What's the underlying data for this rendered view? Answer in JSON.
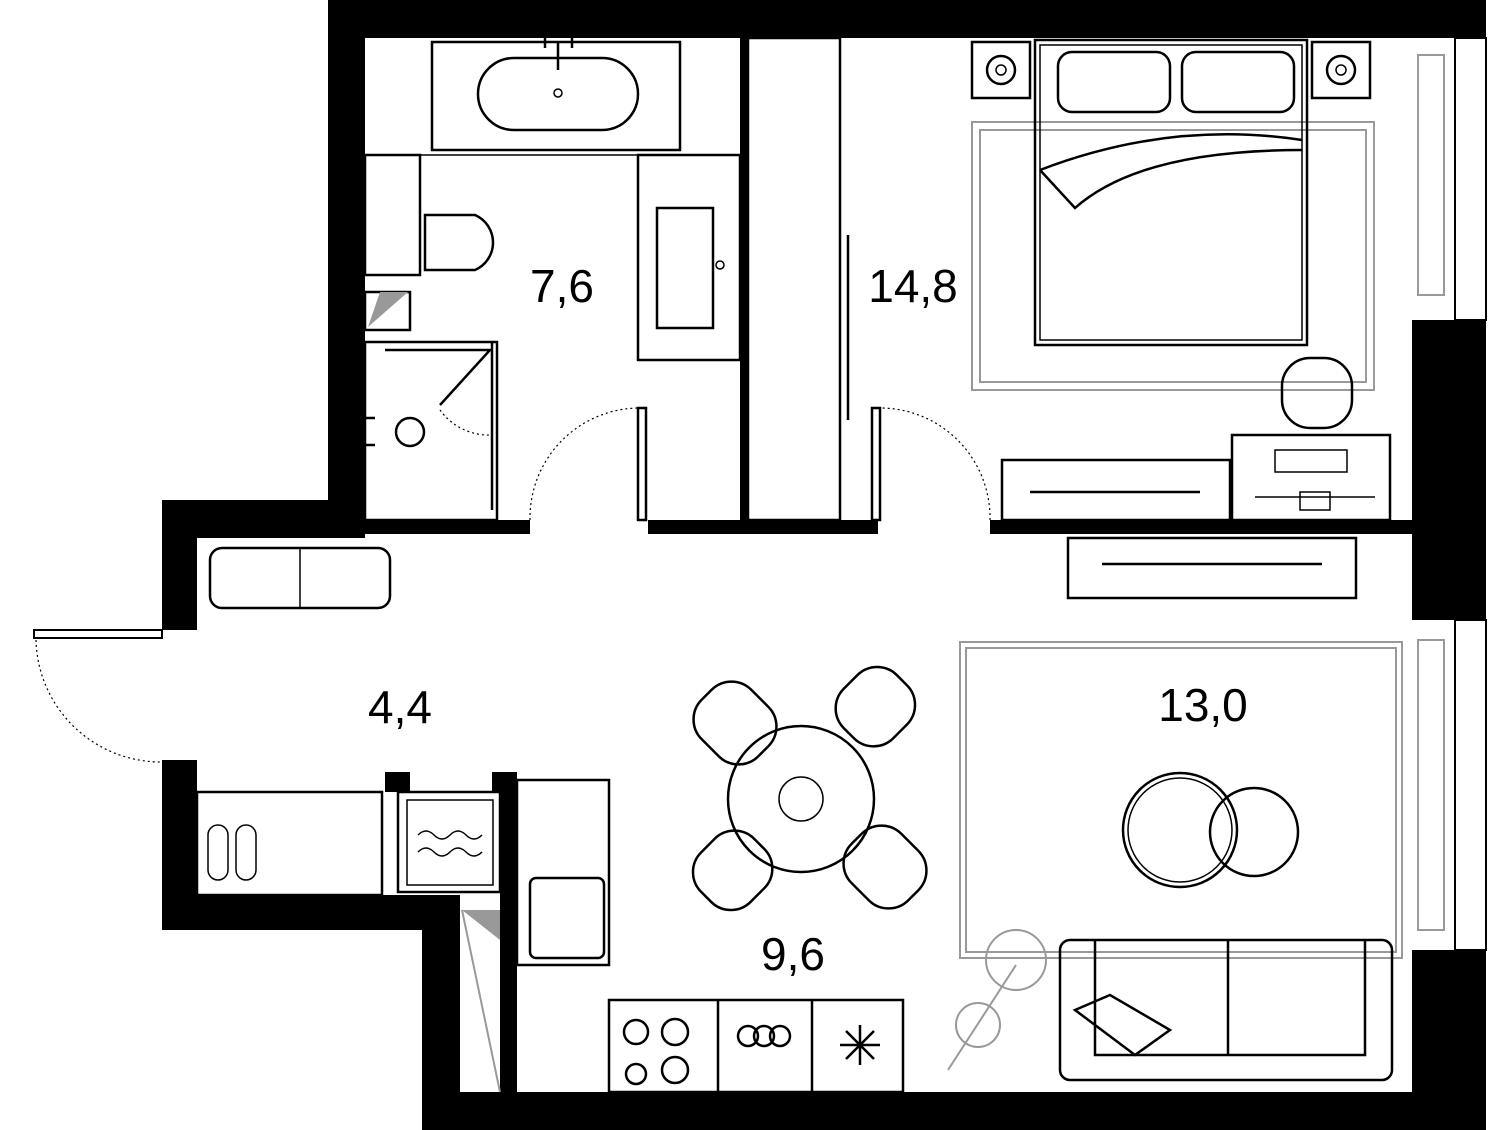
{
  "rooms": [
    {
      "name": "bathroom",
      "area": "7,6"
    },
    {
      "name": "bedroom",
      "area": "14,8"
    },
    {
      "name": "hallway",
      "area": "4,4"
    },
    {
      "name": "kitchen",
      "area": "9,6"
    },
    {
      "name": "living-room",
      "area": "13,0"
    }
  ],
  "colors": {
    "wall": "#000000",
    "rug": "#999999",
    "background": "#ffffff"
  }
}
